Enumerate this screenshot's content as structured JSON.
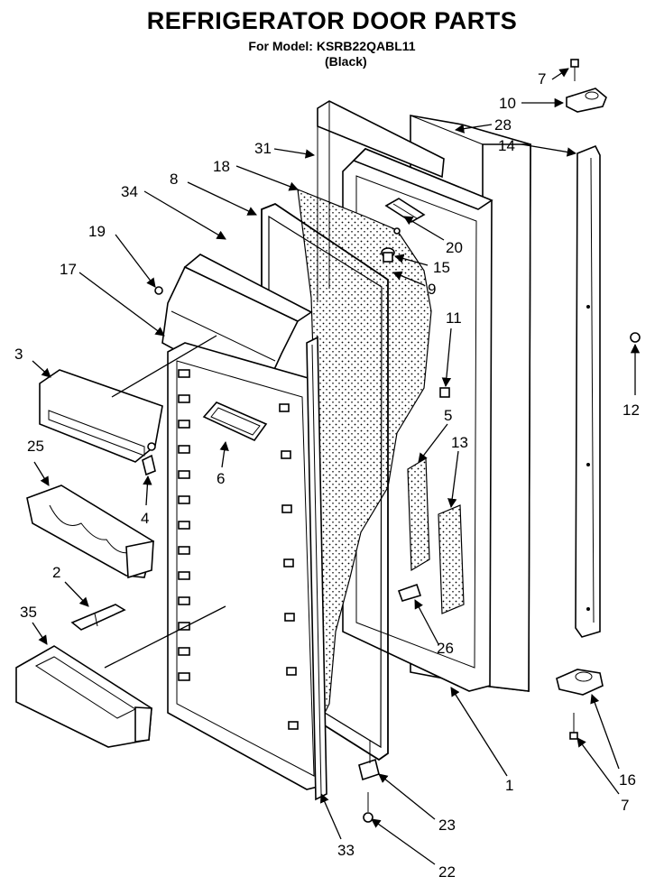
{
  "header": {
    "title": "REFRIGERATOR DOOR PARTS",
    "model_line": "For Model: KSRB22QABL11",
    "color_line": "(Black)"
  },
  "callouts": [
    {
      "id": "c7a",
      "text": "7"
    },
    {
      "id": "c10",
      "text": "10"
    },
    {
      "id": "c28",
      "text": "28"
    },
    {
      "id": "c14",
      "text": "14"
    },
    {
      "id": "c31",
      "text": "31"
    },
    {
      "id": "c18",
      "text": "18"
    },
    {
      "id": "c8",
      "text": "8"
    },
    {
      "id": "c34",
      "text": "34"
    },
    {
      "id": "c19",
      "text": "19"
    },
    {
      "id": "c17",
      "text": "17"
    },
    {
      "id": "c20",
      "text": "20"
    },
    {
      "id": "c15",
      "text": "15"
    },
    {
      "id": "c9",
      "text": "9"
    },
    {
      "id": "c11",
      "text": "11"
    },
    {
      "id": "c12",
      "text": "12"
    },
    {
      "id": "c3",
      "text": "3"
    },
    {
      "id": "c5",
      "text": "5"
    },
    {
      "id": "c13",
      "text": "13"
    },
    {
      "id": "c6",
      "text": "6"
    },
    {
      "id": "c25",
      "text": "25"
    },
    {
      "id": "c4",
      "text": "4"
    },
    {
      "id": "c2",
      "text": "2"
    },
    {
      "id": "c35",
      "text": "35"
    },
    {
      "id": "c26",
      "text": "26"
    },
    {
      "id": "c16",
      "text": "16"
    },
    {
      "id": "c7b",
      "text": "7"
    },
    {
      "id": "c1",
      "text": "1"
    },
    {
      "id": "c23",
      "text": "23"
    },
    {
      "id": "c33",
      "text": "33"
    },
    {
      "id": "c22",
      "text": "22"
    }
  ]
}
